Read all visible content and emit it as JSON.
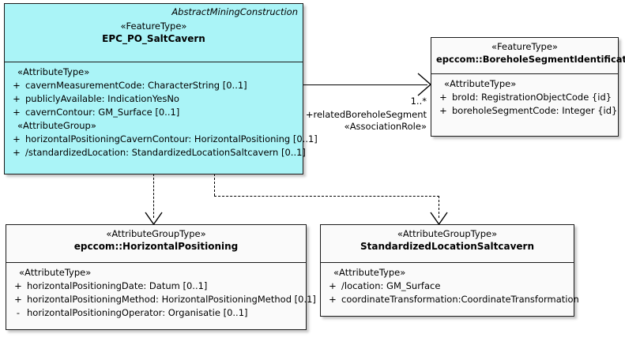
{
  "diagram": {
    "title": "UML class diagram EPC_PO_SaltCavern",
    "background": "#ffffff",
    "highlight_color": "#aaf4f7",
    "box_color": "#fafafa",
    "line_color": "#000000"
  },
  "classes": {
    "salt_cavern": {
      "context": "AbstractMiningConstruction",
      "stereotype": "«FeatureType»",
      "name": "EPC_PO_SaltCavern",
      "groups": [
        {
          "label": "«AttributeType»",
          "attributes": [
            {
              "visibility": "+",
              "signature": "cavernMeasurementCode: CharacterString [0..1]"
            },
            {
              "visibility": "+",
              "signature": "publiclyAvailable: IndicationYesNo"
            },
            {
              "visibility": "+",
              "signature": "cavernContour: GM_Surface [0..1]"
            }
          ]
        },
        {
          "label": "«AttributeGroup»",
          "attributes": [
            {
              "visibility": "+",
              "signature": "horizontalPositioningCavernContour: HorizontalPositioning [0..1]"
            },
            {
              "visibility": "+",
              "signature": "/standardizedLocation: StandardizedLocationSaltcavern [0..1]"
            }
          ]
        }
      ]
    },
    "borehole_segment": {
      "stereotype": "«FeatureType»",
      "name": "epccom::BoreholeSegmentIdentification",
      "groups": [
        {
          "label": "«AttributeType»",
          "attributes": [
            {
              "visibility": "+",
              "signature": "broId: RegistrationObjectCode {id}"
            },
            {
              "visibility": "+",
              "signature": "boreholeSegmentCode: Integer {id}"
            }
          ]
        }
      ]
    },
    "horizontal_positioning": {
      "stereotype": "«AttributeGroupType»",
      "name": "epccom::HorizontalPositioning",
      "groups": [
        {
          "label": "«AttributeType»",
          "attributes": [
            {
              "visibility": "+",
              "signature": "horizontalPositioningDate: Datum [0..1]"
            },
            {
              "visibility": "+",
              "signature": "horizontalPositioningMethod: HorizontalPositioningMethod [0.1]"
            },
            {
              "visibility": "-",
              "signature": "horizontalPositioningOperator: Organisatie [0..1]"
            }
          ]
        }
      ]
    },
    "standardized_location": {
      "stereotype": "«AttributeGroupType»",
      "name": "StandardizedLocationSaltcavern",
      "groups": [
        {
          "label": "«AttributeType»",
          "attributes": [
            {
              "visibility": "+",
              "signature": "/location: GM_Surface"
            },
            {
              "visibility": "+",
              "signature": "coordinateTransformation:CoordinateTransformation"
            }
          ]
        }
      ]
    }
  },
  "connectors": {
    "association": {
      "multiplicity": "1..*",
      "role": "+relatedBoreholeSegment",
      "stereotype": "«AssociationRole»",
      "kind": "association",
      "arrow": "open-arrow"
    },
    "dependency_horizontal_positioning": {
      "kind": "dependency",
      "arrow": "open-arrow",
      "style": "dashed"
    },
    "dependency_standardized_location": {
      "kind": "dependency",
      "arrow": "open-arrow",
      "style": "dashed"
    }
  }
}
